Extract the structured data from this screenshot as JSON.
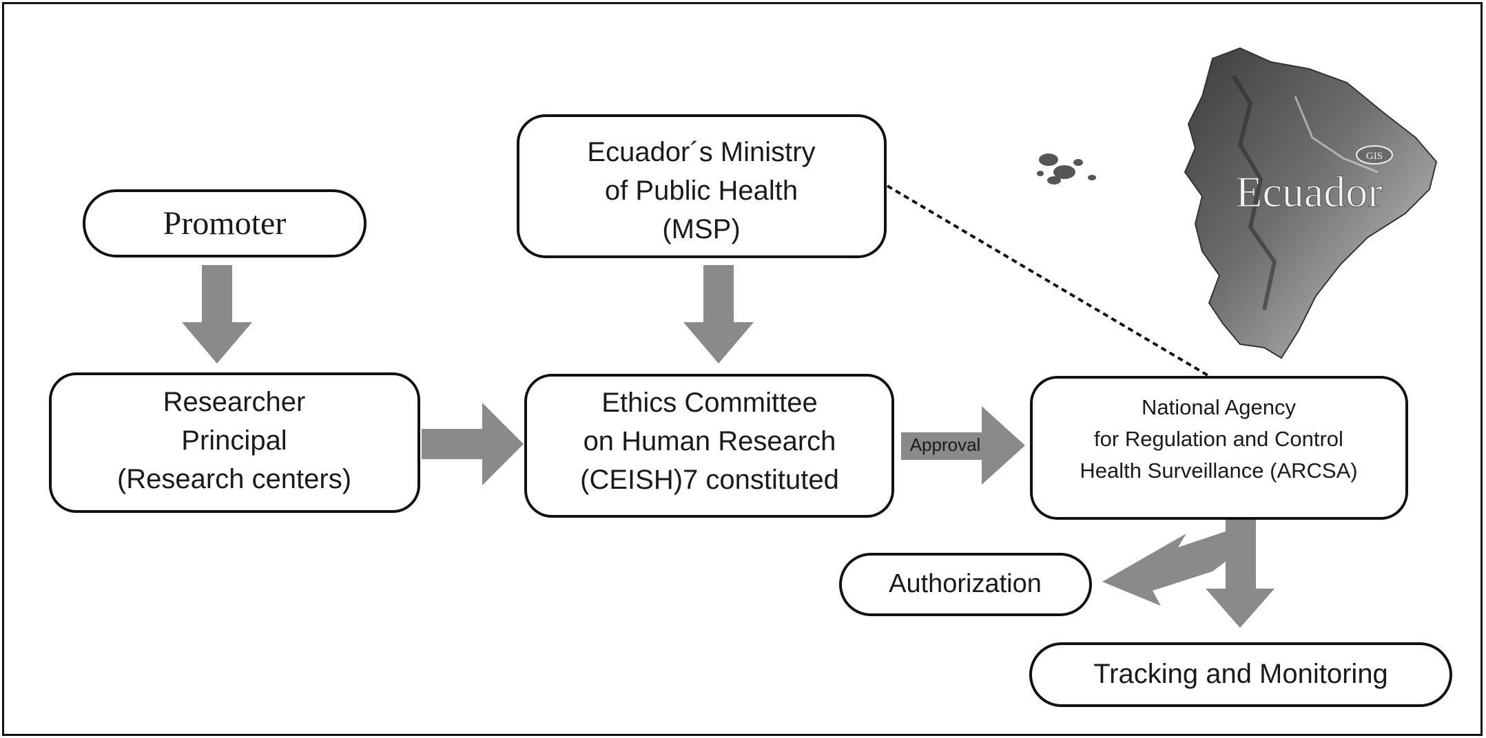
{
  "nodes": {
    "promoter": "Promoter",
    "msp": [
      "Ecuador´s Ministry",
      "of Public Health",
      "(MSP)"
    ],
    "researcher": [
      "Researcher",
      "Principal",
      "(Research centers)"
    ],
    "ceish": [
      "Ethics Committee",
      "on Human Research",
      "(CEISH)7 constituted"
    ],
    "arcsa": [
      "National Agency",
      "for Regulation and Control",
      "Health Surveillance  (ARCSA)"
    ],
    "authorization": "Authorization",
    "tracking": "Tracking and Monitoring"
  },
  "edges": {
    "approval_label": "Approval"
  },
  "map": {
    "country": "Ecuador"
  },
  "colors": {
    "arrow": "#8a8a8a",
    "box_border": "#111111",
    "map_dark": "#4a4a4a",
    "map_light": "#9a9a9a"
  }
}
